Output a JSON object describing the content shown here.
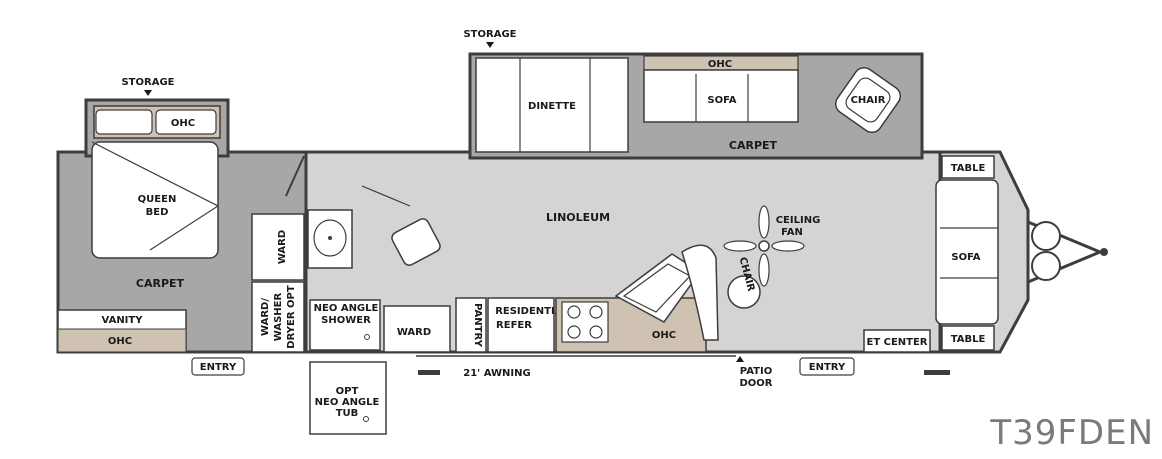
{
  "model_name": "T39FDEN",
  "labels": {
    "storage_left": "STORAGE",
    "storage_top": "STORAGE",
    "ohc_bedroom": "OHC",
    "queen_bed_line1": "QUEEN",
    "queen_bed_line2": "BED",
    "carpet_bedroom": "CARPET",
    "vanity": "VANITY",
    "ohc_vanity": "OHC",
    "entry_rear": "ENTRY",
    "ward_upper": "WARD",
    "ward_washer_line1": "WARD/",
    "ward_washer_line2": "WASHER",
    "ward_washer_line3": "DRYER OPT",
    "neo_shower_line1": "NEO ANGLE",
    "neo_shower_line2": "SHOWER",
    "ward_lower": "WARD",
    "opt_tub_line1": "OPT",
    "opt_tub_line2": "NEO ANGLE",
    "opt_tub_line3": "TUB",
    "pantry": "PANTRY",
    "residential_refer_line1": "RESIDENTIAL",
    "residential_refer_line2": "REFER",
    "awning": "21' AWNING",
    "linoleum": "LINOLEUM",
    "dinette": "DINETTE",
    "ohc_slide": "OHC",
    "sofa_slide": "SOFA",
    "chair_slide": "CHAIR",
    "carpet_slide": "CARPET",
    "ceiling_fan_line1": "CEILING",
    "ceiling_fan_line2": "FAN",
    "chair_kitchen": "CHAIR",
    "ohc_kitchen": "OHC",
    "patio_door_line1": "PATIO",
    "patio_door_line2": "DOOR",
    "entry_front": "ENTRY",
    "et_center": "ET CENTER",
    "table_top": "TABLE",
    "sofa_front": "SOFA",
    "table_bottom": "TABLE"
  },
  "colors": {
    "carpet": "#a9a7a5",
    "linoleum": "#d6d4d2",
    "ohc": "#cfc2b2",
    "wall": "#3d3d3d",
    "furniture": "#ffffff"
  }
}
